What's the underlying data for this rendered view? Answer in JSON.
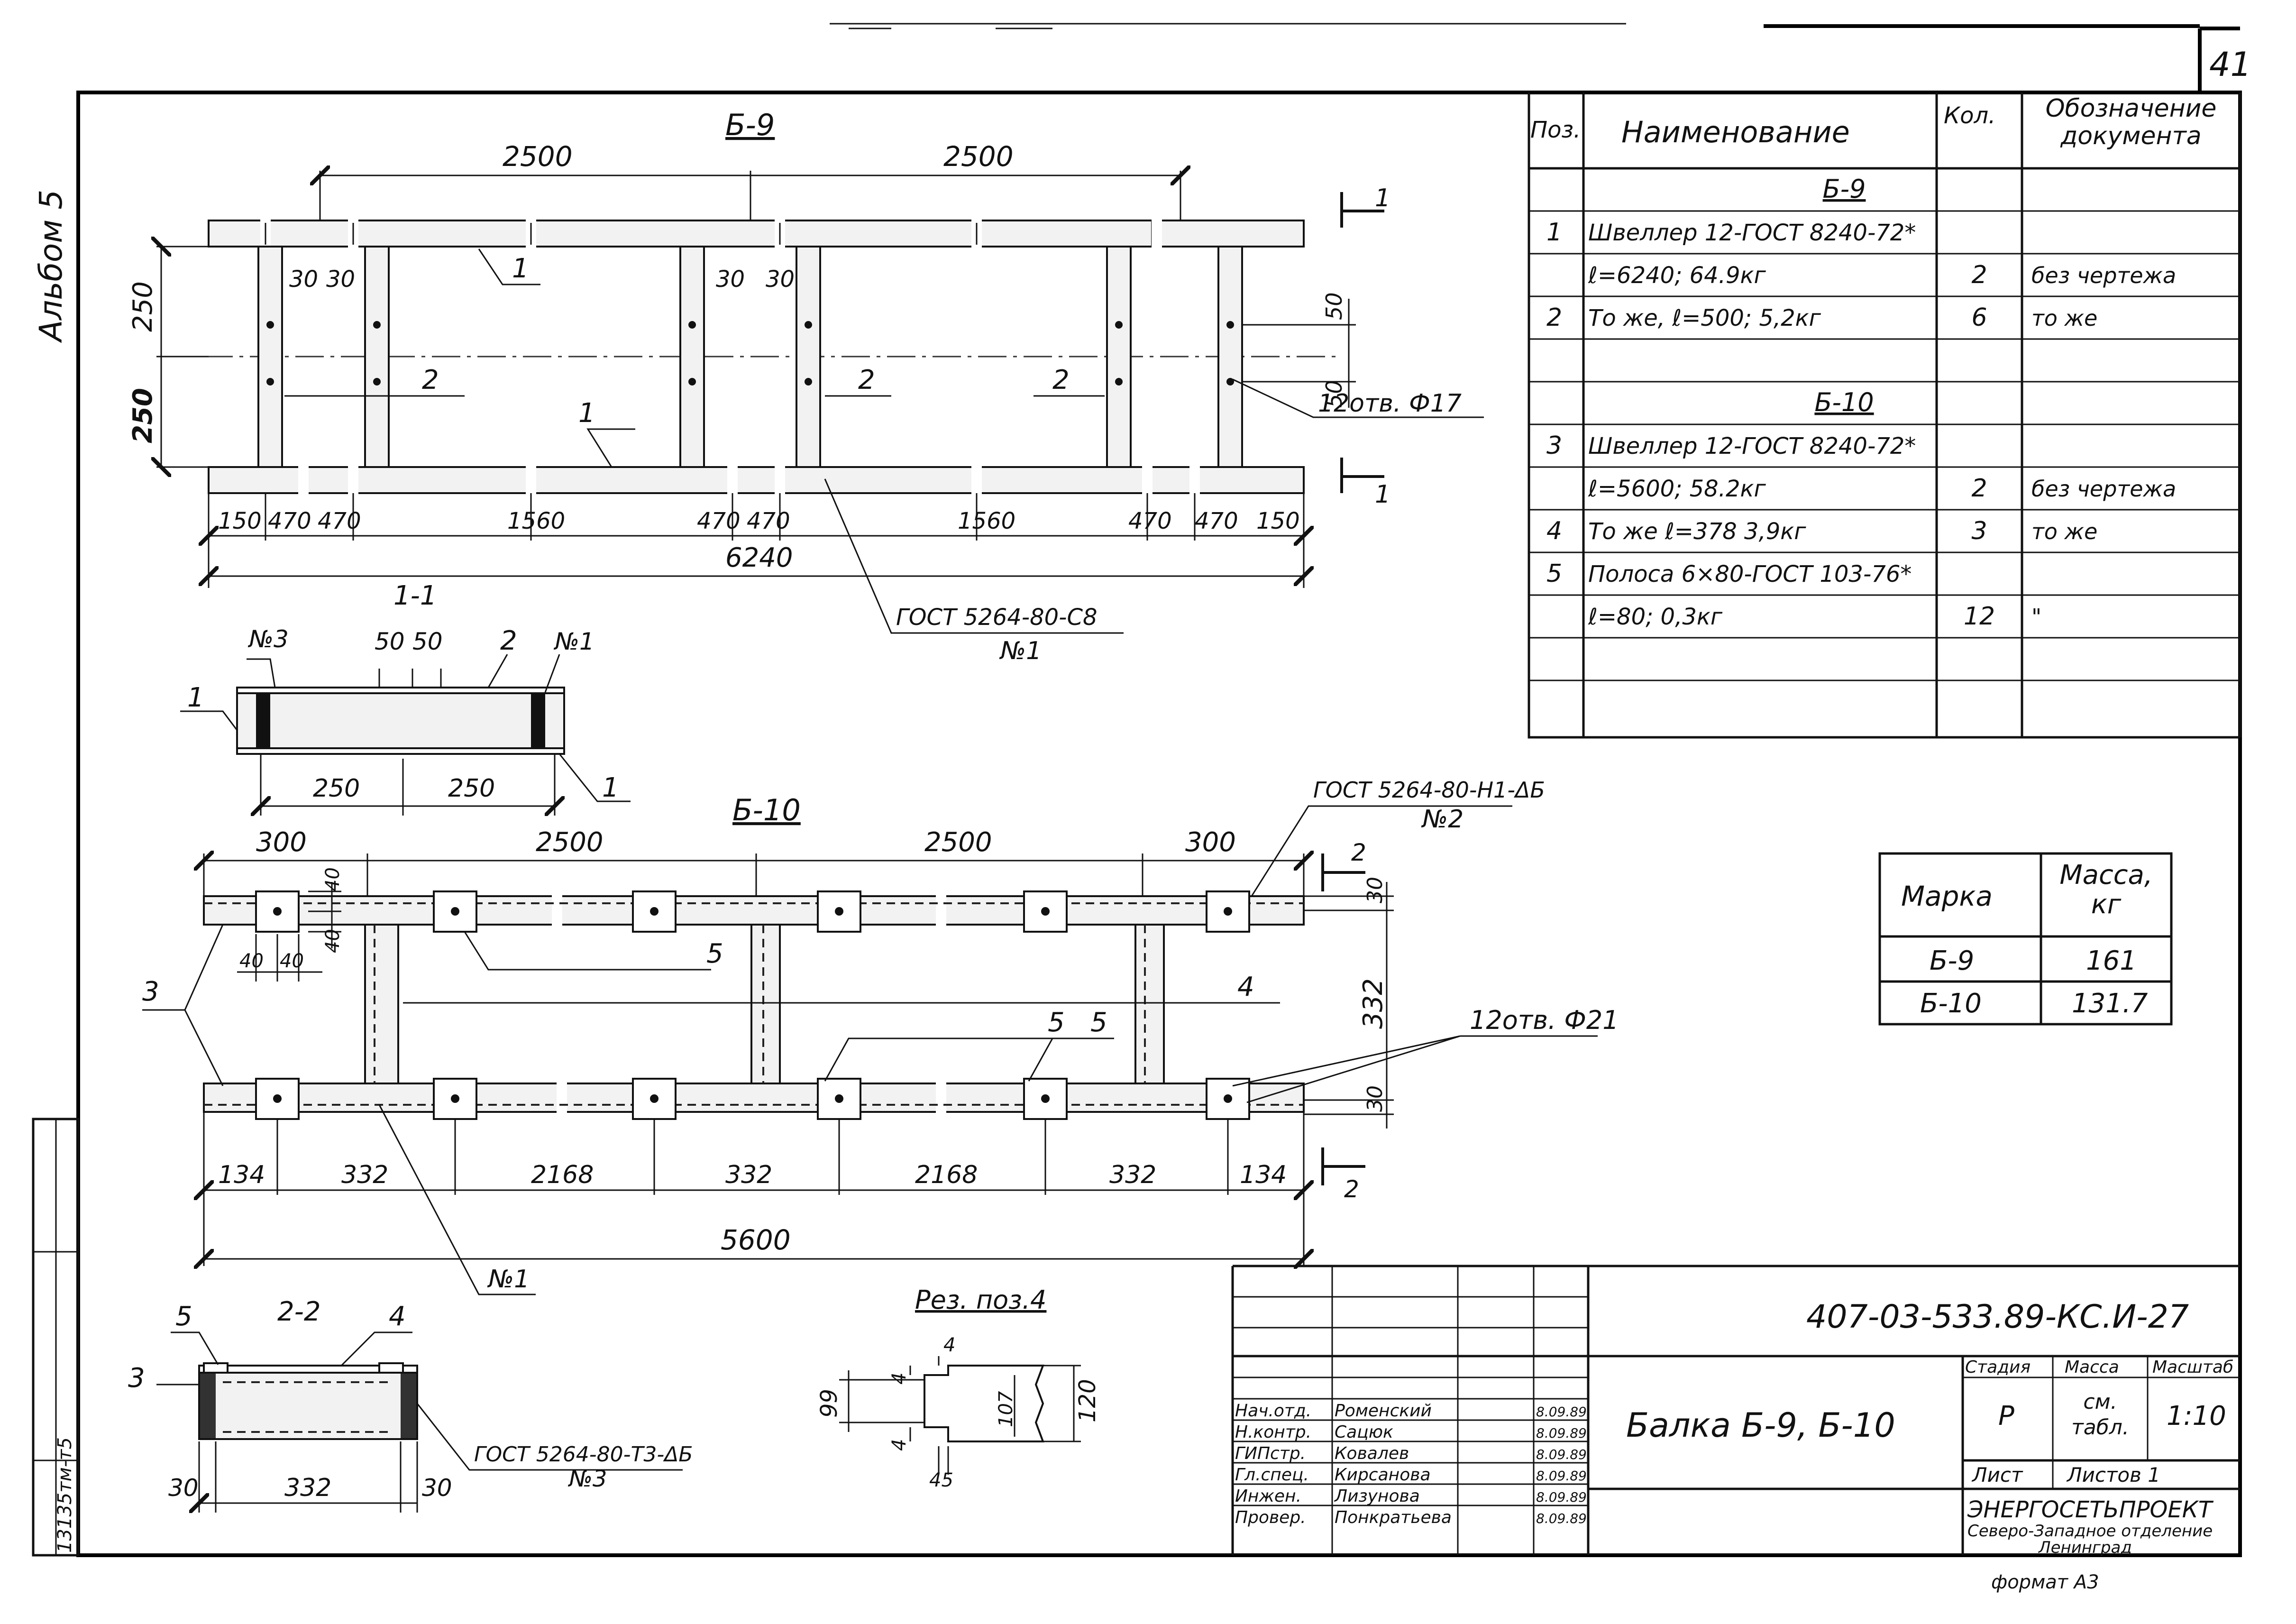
{
  "sheet": {
    "page_number": "41",
    "album_label": "Альбом 5",
    "side_stamp": "13135тм-т5",
    "format_label": "формат А3"
  },
  "view_b9": {
    "title": "Б-9",
    "top_dims": [
      "2500",
      "2500"
    ],
    "height_dims": [
      "250",
      "250"
    ],
    "bottom_dims": [
      "150",
      "470",
      "470",
      "1560",
      "470",
      "470",
      "1560",
      "470",
      "470",
      "150"
    ],
    "overall": "6240",
    "gaps": [
      "30",
      "30",
      "30",
      "30"
    ],
    "hole_dims": [
      "50",
      "50"
    ],
    "pos_labels": [
      "1",
      "1",
      "2",
      "2",
      "2"
    ],
    "holes_note": "12отв. Ф17",
    "cut_label": "1",
    "weld_note": "ГОСТ 5264-80-С8",
    "weld_no": "№1"
  },
  "section_11": {
    "title": "1-1",
    "weld_no": "№3",
    "weld_no2": "№1",
    "dims_top": [
      "50",
      "50"
    ],
    "pos_top": "2",
    "pos_left": "1",
    "pos_right": "1",
    "dims": [
      "250",
      "250"
    ]
  },
  "view_b10": {
    "title": "Б-10",
    "top_dims": [
      "300",
      "2500",
      "2500",
      "300"
    ],
    "plate_dims": [
      "40",
      "40",
      "40",
      "40"
    ],
    "right_dims": [
      "30",
      "332",
      "30"
    ],
    "bottom_dims": [
      "134",
      "332",
      "2168",
      "332",
      "2168",
      "332",
      "134"
    ],
    "overall": "5600",
    "pos_labels": [
      "3",
      "5",
      "4",
      "5",
      "5"
    ],
    "holes_note": "12отв. Ф21",
    "weld_note": "ГОСТ 5264-80-Н1-ΔБ",
    "weld_no": "№2",
    "bottom_weld": "№1",
    "cut_label": "2"
  },
  "section_22": {
    "title": "2-2",
    "pos_labels": [
      "5",
      "4",
      "3"
    ],
    "dims": [
      "30",
      "332",
      "30"
    ],
    "weld_note": "ГОСТ 5264-80-Т3-ΔБ",
    "weld_no": "№3"
  },
  "cut_detail": {
    "title": "Рез. поз.4",
    "dims": [
      "4",
      "4",
      "99",
      "107",
      "120",
      "4",
      "45"
    ]
  },
  "spec_table": {
    "headers": [
      "Поз.",
      "Наименование",
      "Кол.",
      "Обозначение документа"
    ],
    "rows": [
      {
        "pos": "",
        "name": "Б-9",
        "qty": "",
        "doc": ""
      },
      {
        "pos": "1",
        "name": "Швеллер 12-ГОСТ 8240-72*",
        "qty": "",
        "doc": ""
      },
      {
        "pos": "",
        "name": "ℓ=6240;          64.9кг",
        "qty": "2",
        "doc": "без чертежа"
      },
      {
        "pos": "2",
        "name": "То же,  ℓ=500;   5,2кг",
        "qty": "6",
        "doc": "то же"
      },
      {
        "pos": "",
        "name": "",
        "qty": "",
        "doc": ""
      },
      {
        "pos": "",
        "name": "Б-10",
        "qty": "",
        "doc": ""
      },
      {
        "pos": "3",
        "name": "Швеллер 12-ГОСТ 8240-72*",
        "qty": "",
        "doc": ""
      },
      {
        "pos": "",
        "name": "ℓ=5600;           58.2кг",
        "qty": "2",
        "doc": "без чертежа"
      },
      {
        "pos": "4",
        "name": "То же  ℓ=378      3,9кг",
        "qty": "3",
        "doc": "то же"
      },
      {
        "pos": "5",
        "name": "Полоса 6×80-ГОСТ 103-76*",
        "qty": "",
        "doc": ""
      },
      {
        "pos": "",
        "name": "ℓ=80;              0,3кг",
        "qty": "12",
        "doc": "\""
      },
      {
        "pos": "",
        "name": "",
        "qty": "",
        "doc": ""
      },
      {
        "pos": "",
        "name": "",
        "qty": "",
        "doc": ""
      }
    ]
  },
  "mass_table": {
    "headers": [
      "Марка",
      "Масса, кг"
    ],
    "rows": [
      {
        "mark": "Б-9",
        "mass": "161"
      },
      {
        "mark": "Б-10",
        "mass": "131.7"
      }
    ]
  },
  "title_block": {
    "doc_code": "407-03-533.89-КС.И-27",
    "title": "Балка Б-9, Б-10",
    "stage_label": "Стадия",
    "mass_label": "Масса",
    "scale_label": "Масштаб",
    "stage": "Р",
    "mass": "см. табл.",
    "scale": "1:10",
    "sheet_label": "Лист",
    "sheets_label": "Листов 1",
    "org": "ЭНЕРГОСЕТЬПРОЕКТ",
    "org_sub": "Северо-Западное отделение",
    "org_city": "Ленинград",
    "signatures": [
      {
        "role": "Нач.отд.",
        "name": "Роменский",
        "date": "8.09.89"
      },
      {
        "role": "Н.контр.",
        "name": "Сацюк",
        "date": "8.09.89"
      },
      {
        "role": "ГИПстр.",
        "name": "Ковалев",
        "date": "8.09.89"
      },
      {
        "role": "Гл.спец.",
        "name": "Кирсанова",
        "date": "8.09.89"
      },
      {
        "role": "Инжен.",
        "name": "Лизунова",
        "date": "8.09.89"
      },
      {
        "role": "Провер.",
        "name": "Понкратьева",
        "date": "8.09.89"
      }
    ]
  }
}
